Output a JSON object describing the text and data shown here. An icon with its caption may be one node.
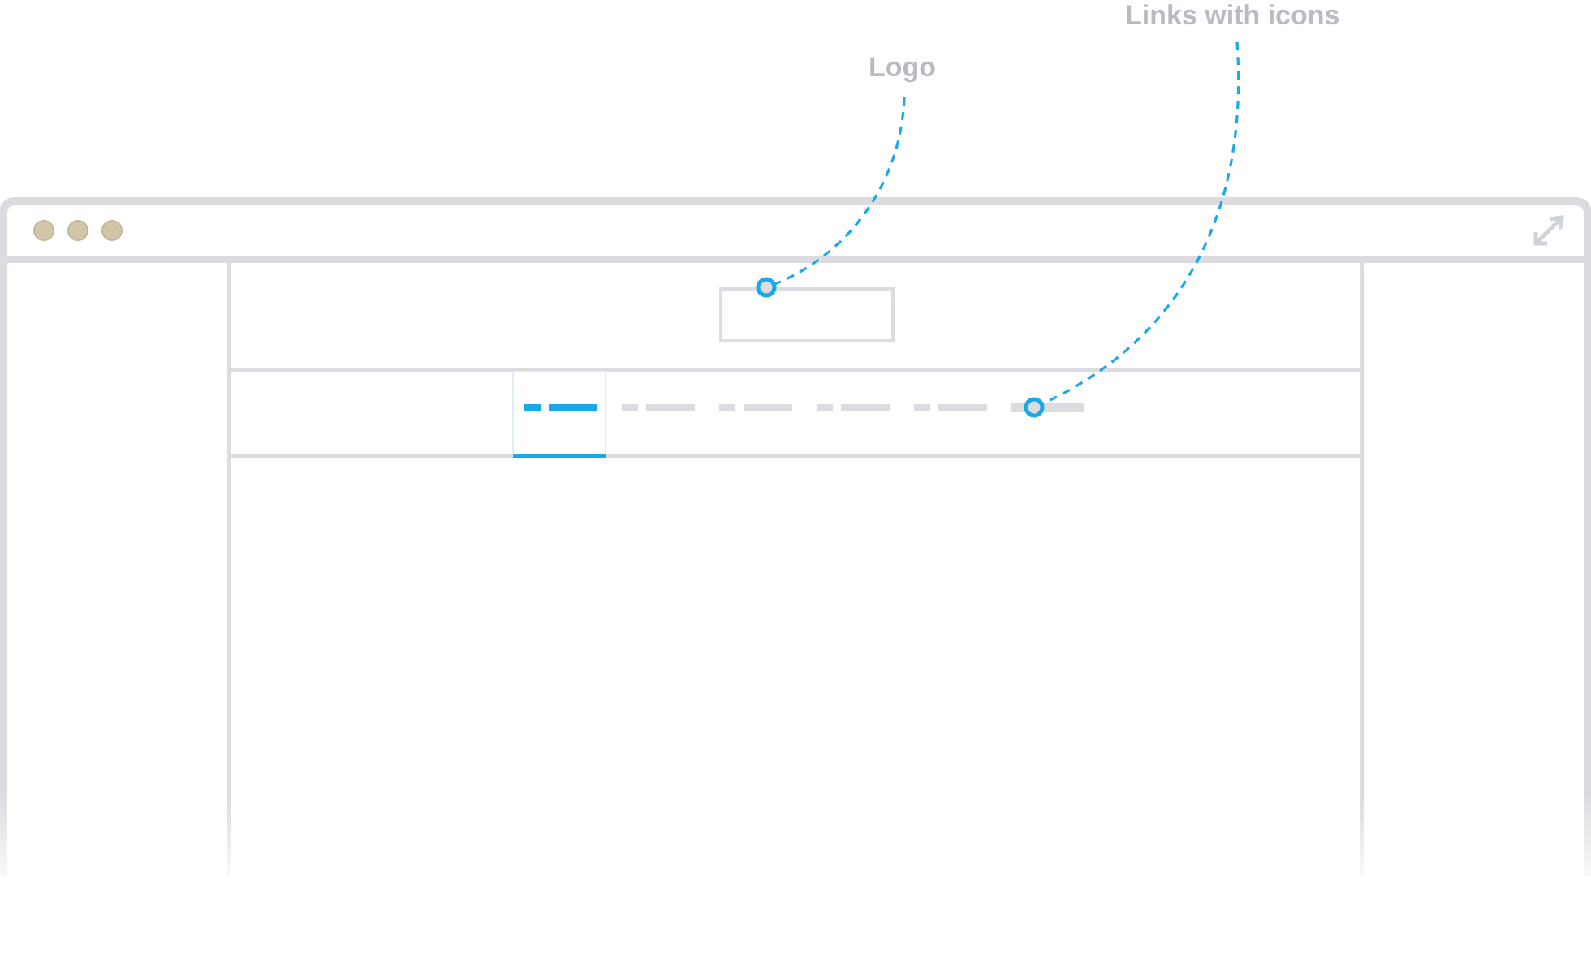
{
  "diagram": {
    "nodes": [
      {
        "text": [
          "Links with icons"
        ]
      },
      {
        "text": [
          "Logo"
        ]
      },
      {
        "text": [],
        "shape": "box"
      },
      {
        "text": [],
        "shape": "bar"
      }
    ],
    "edges": [
      {
        "from": 1,
        "to": 2,
        "arrow": "other",
        "style": "dashed"
      },
      {
        "from": 0,
        "to": 3,
        "arrow": "other",
        "style": "dashed"
      }
    ]
  }
}
